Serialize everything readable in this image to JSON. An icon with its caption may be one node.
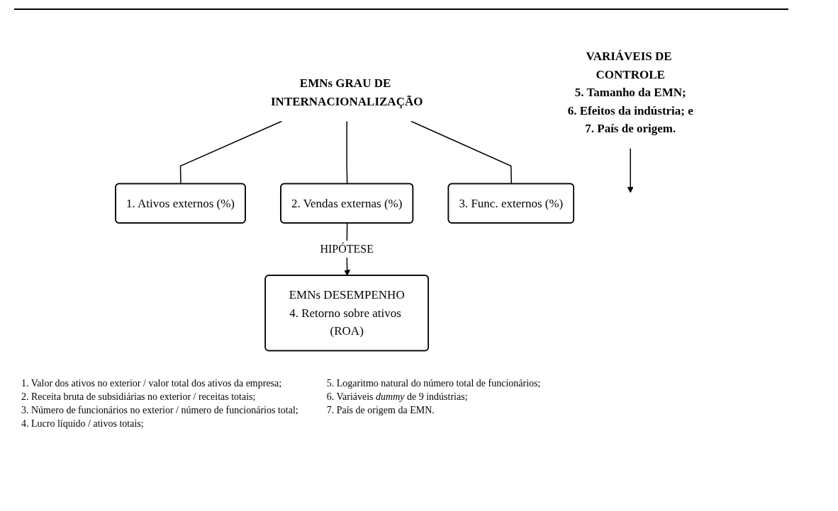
{
  "diagram": {
    "nodes": [
      {
        "text": [
          "EMNs GRAU DE INTERNACIONALIZAÇÃO"
        ]
      },
      {
        "text": [
          "1. Ativos externos (%)"
        ]
      },
      {
        "text": [
          "2. Vendas externas (%)"
        ]
      },
      {
        "text": [
          "3. Func. externos (%)"
        ]
      },
      {
        "text": [
          "VARIÁVEIS DE CONTROLE",
          "5. Tamanho da EMN;",
          "6. Efeitos da indústria; e",
          "7. País de origem."
        ]
      },
      {
        "text": [
          "EMNs DESEMPENHO",
          "4. Retorno sobre ativos (ROA)"
        ]
      }
    ],
    "edges": [
      {
        "from": 0,
        "to": 1,
        "arrow": "none"
      },
      {
        "from": 0,
        "to": 2,
        "arrow": "none"
      },
      {
        "from": 0,
        "to": 3,
        "arrow": "none"
      },
      {
        "from": 2,
        "to": 5,
        "arrow": "to",
        "label": "HIPÓTESE"
      },
      {
        "from": 4,
        "to": null,
        "arrow": "to"
      }
    ],
    "labels": [
      "1. Valor dos ativos no exterior / valor total dos ativos da empresa;",
      "2. Receita bruta de subsidiárias no exterior / receitas totais;",
      "3. Número de funcionários no exterior / número de funcionários total;",
      "4. Lucro líquido / ativos totais;",
      "5. Logaritmo natural do número total de funcionários;",
      "6. Variáveis *dummy* de 9 indústrias;",
      "7. País de origem da EMN."
    ]
  }
}
